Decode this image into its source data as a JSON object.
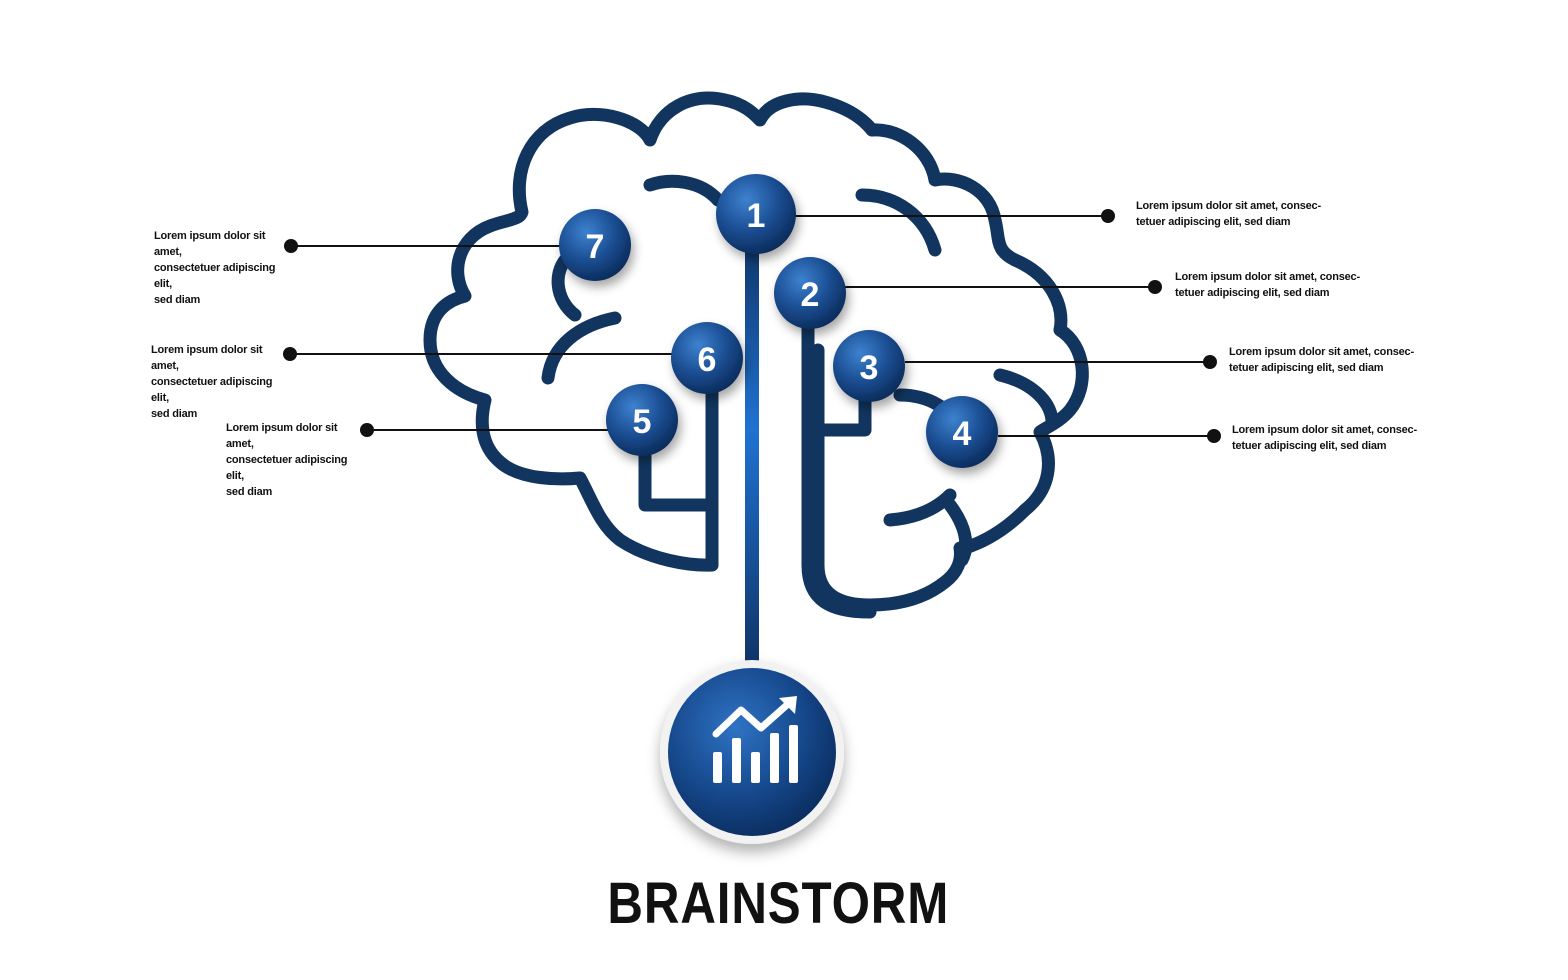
{
  "title": "BRAINSTORM",
  "colors": {
    "outline": "#11355f",
    "node_light": "#2f6fb8",
    "node_dark": "#0b2f63",
    "stem_glow": "#1f72d1",
    "text": "#111111"
  },
  "center_icon": "bar-chart-trend-icon",
  "nodes": [
    {
      "number": "1",
      "text_line1": "Lorem ipsum dolor sit amet, consec-",
      "text_line2": "tetuer adipiscing elit, sed diam"
    },
    {
      "number": "2",
      "text_line1": "Lorem ipsum dolor sit amet, consec-",
      "text_line2": "tetuer adipiscing elit, sed diam"
    },
    {
      "number": "3",
      "text_line1": "Lorem ipsum dolor sit amet, consec-",
      "text_line2": "tetuer adipiscing elit, sed diam"
    },
    {
      "number": "4",
      "text_line1": "Lorem ipsum dolor sit amet, consec-",
      "text_line2": "tetuer adipiscing elit, sed diam"
    },
    {
      "number": "5",
      "text_line1": "Lorem ipsum dolor sit amet,",
      "text_line2": "consectetuer adipiscing elit,",
      "text_line3": "sed diam"
    },
    {
      "number": "6",
      "text_line1": "Lorem ipsum dolor sit amet,",
      "text_line2": "consectetuer adipiscing elit,",
      "text_line3": "sed diam"
    },
    {
      "number": "7",
      "text_line1": "Lorem ipsum dolor sit amet,",
      "text_line2": "consectetuer adipiscing elit,",
      "text_line3": "sed diam"
    }
  ]
}
